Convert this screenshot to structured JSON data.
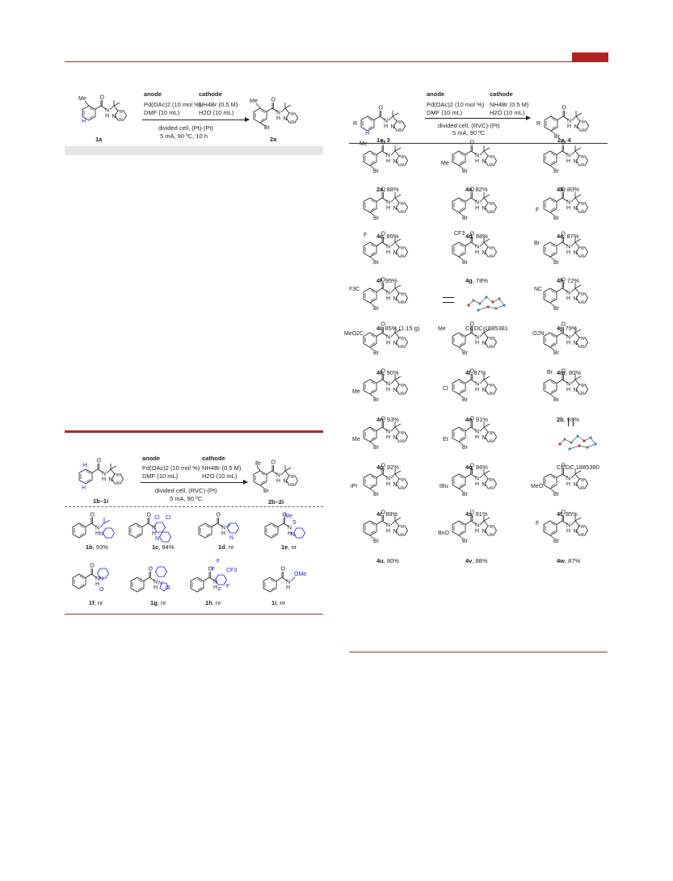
{
  "header": {
    "accent_color": "#b22222"
  },
  "left_scheme": {
    "anode": "anode",
    "cathode": "cathode",
    "cond1": "Pd(OAc)2 (10 mol %)",
    "cond2": "DMF (10 mL)",
    "cond3": "NH4Br (0.5 M)",
    "cond4": "H2O (10 mL)",
    "cond5": "divided cell, (Pt)-(Pt)",
    "cond6": "5 mA, 90 ºC, 10 h",
    "sm": "1a",
    "pr": "2a",
    "me": "Me",
    "br": "Br"
  },
  "right_scheme": {
    "anode": "anode",
    "cathode": "cathode",
    "cond1": "Pd(OAc)2 (10 mol %)",
    "cond2": "DMF (10 mL)",
    "cond3": "NH4Br (0.5 M)",
    "cond4": "H2O (10 mL)",
    "cond5": "divided cell, (RVC)-(Pt)",
    "cond6": "5 mA, 90 ºC",
    "sm": "1a, 3",
    "pr": "2a, 4"
  },
  "products": [
    {
      "id": "2a",
      "yield": ", 88%"
    },
    {
      "id": "4a",
      "yield": ", 82%"
    },
    {
      "id": "4b",
      "yield": ", 80%"
    },
    {
      "id": "4c",
      "yield": ", 89%"
    },
    {
      "id": "4d",
      "yield": ", 88%"
    },
    {
      "id": "4e",
      "yield": ", 87%"
    },
    {
      "id": "4f",
      "yield": ", 95%"
    },
    {
      "id": "4g",
      "yield": ", 78%"
    },
    {
      "id": "4h",
      "yield": ", 72%"
    },
    {
      "id": "4i",
      "yield": ", 85% (1.15 g)"
    },
    {
      "id": "CCDC",
      "yield": " 1885381"
    },
    {
      "id": "4j",
      "yield": ", 79%"
    },
    {
      "id": "4k",
      "yield": ", 90%"
    },
    {
      "id": "4l",
      "yield": ", 87%"
    },
    {
      "id": "4m",
      "yield": ", 80%"
    },
    {
      "id": "4n",
      "yield": ", 93%"
    },
    {
      "id": "4o",
      "yield": ", 91%"
    },
    {
      "id": "2b",
      "yield": ", 93%"
    },
    {
      "id": "4p",
      "yield": ", 92%"
    },
    {
      "id": "4q",
      "yield": ", 86%"
    },
    {
      "id": "CCDC",
      "yield": " 1885380"
    },
    {
      "id": "4r",
      "yield": ", 89%"
    },
    {
      "id": "4s",
      "yield": ", 91%"
    },
    {
      "id": "4t",
      "yield": ", 85%"
    },
    {
      "id": "4u",
      "yield": ", 80%"
    },
    {
      "id": "4v",
      "yield": ", 88%"
    },
    {
      "id": "4w",
      "yield": ", 87%"
    }
  ],
  "sub_labels": {
    "me": "Me",
    "br": "Br",
    "f": "F",
    "cf3": "CF3",
    "f3c": "F3C",
    "nc": "NC",
    "meo2c": "MeO2C",
    "o2n": "O2N",
    "cl": "Cl",
    "et": "Et",
    "ipr": "iPr",
    "tbu": "tBu",
    "meo": "MeO",
    "bno": "BnO",
    "me_s": "Me",
    "r": "R",
    "h": "H",
    "s": "S",
    "o": "O",
    "n": "N"
  },
  "bottom_scheme": {
    "anode": "anode",
    "cathode": "cathode",
    "cond1": "Pd(OAc)2 (10 mol %)",
    "cond2": "DMF (10 mL)",
    "cond3": "NH4Br (0.5 M)",
    "cond4": "H2O (10 mL)",
    "cond5": "divided cell, (RVC)-(Pt)",
    "cond6": "5 mA, 90 ºC",
    "sm": "1b–1i",
    "pr": "2b–2i",
    "items": [
      {
        "id": "1b",
        "yield": ", 93%"
      },
      {
        "id": "1c",
        "yield": ", 84%"
      },
      {
        "id": "1d",
        "yield": ", nr"
      },
      {
        "id": "1e",
        "yield": ", nr"
      },
      {
        "id": "1f",
        "yield": ", nr"
      },
      {
        "id": "1g",
        "yield": ", nr"
      },
      {
        "id": "1h",
        "yield": ", nr"
      },
      {
        "id": "1i",
        "yield": ", nr"
      }
    ]
  }
}
